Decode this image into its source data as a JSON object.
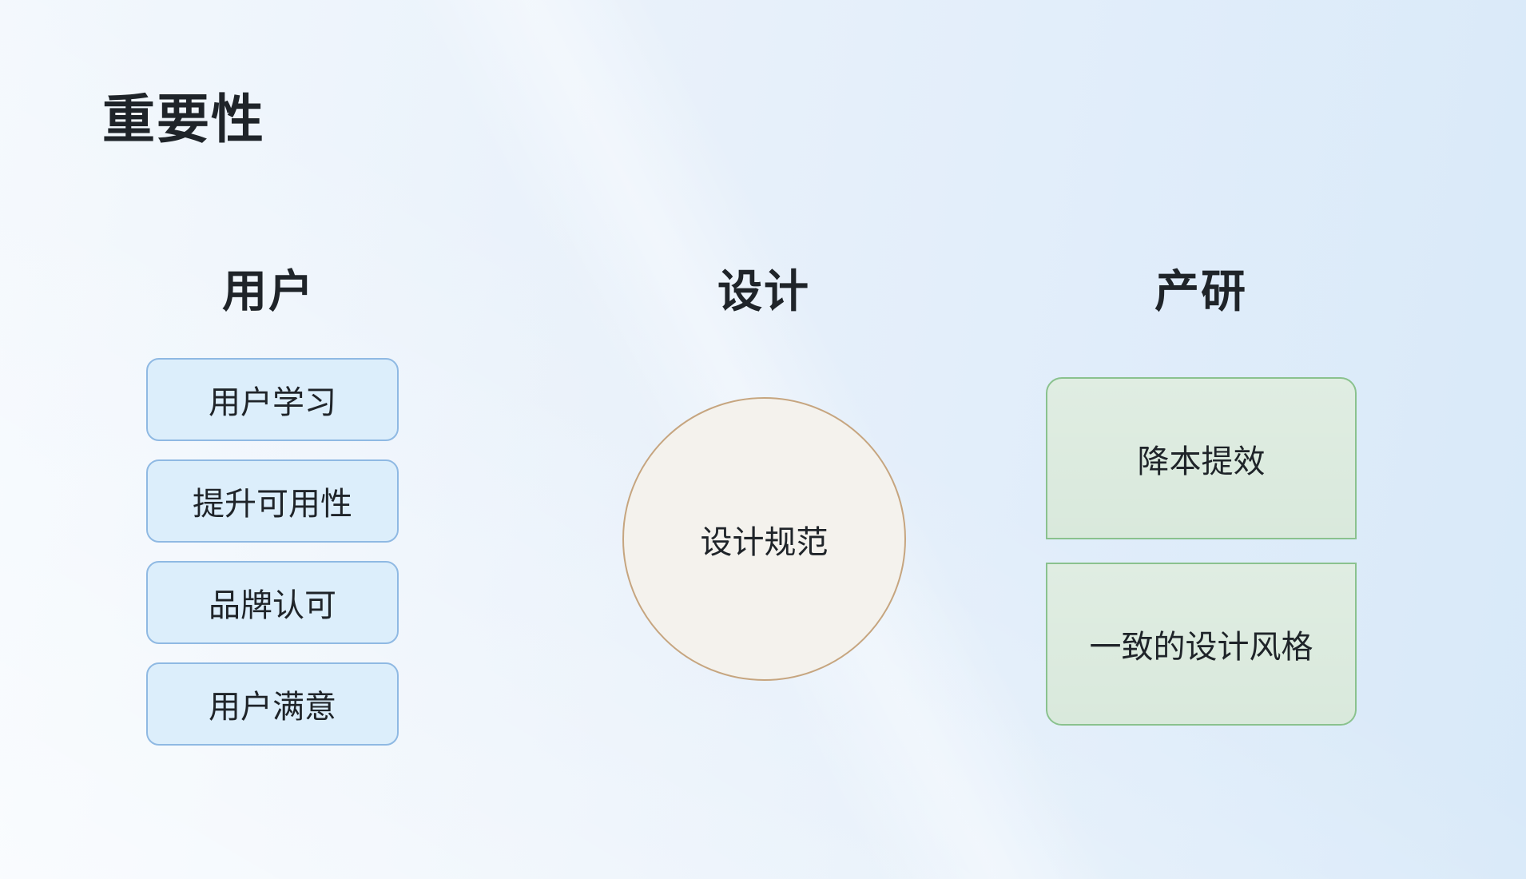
{
  "page": {
    "title": "重要性"
  },
  "columns": {
    "user": {
      "header": "用户",
      "items": [
        "用户学习",
        "提升可用性",
        "品牌认可",
        "用户满意"
      ]
    },
    "design": {
      "header": "设计",
      "circle_label": "设计规范"
    },
    "prod": {
      "header": "产研",
      "items": [
        "降本提效",
        "一致的设计风格"
      ]
    }
  },
  "colors": {
    "bg_start": "#f3f8fd",
    "bg_end": "#d8e9f9",
    "text": "#1f2429",
    "blue_box_fill": "#dceefb",
    "blue_box_border": "#8fb9e3",
    "green_box_fill": "#d9e9dc",
    "green_box_border": "#8ac28e",
    "circle_fill": "#f4f2ed",
    "circle_border": "#c6a57f"
  }
}
